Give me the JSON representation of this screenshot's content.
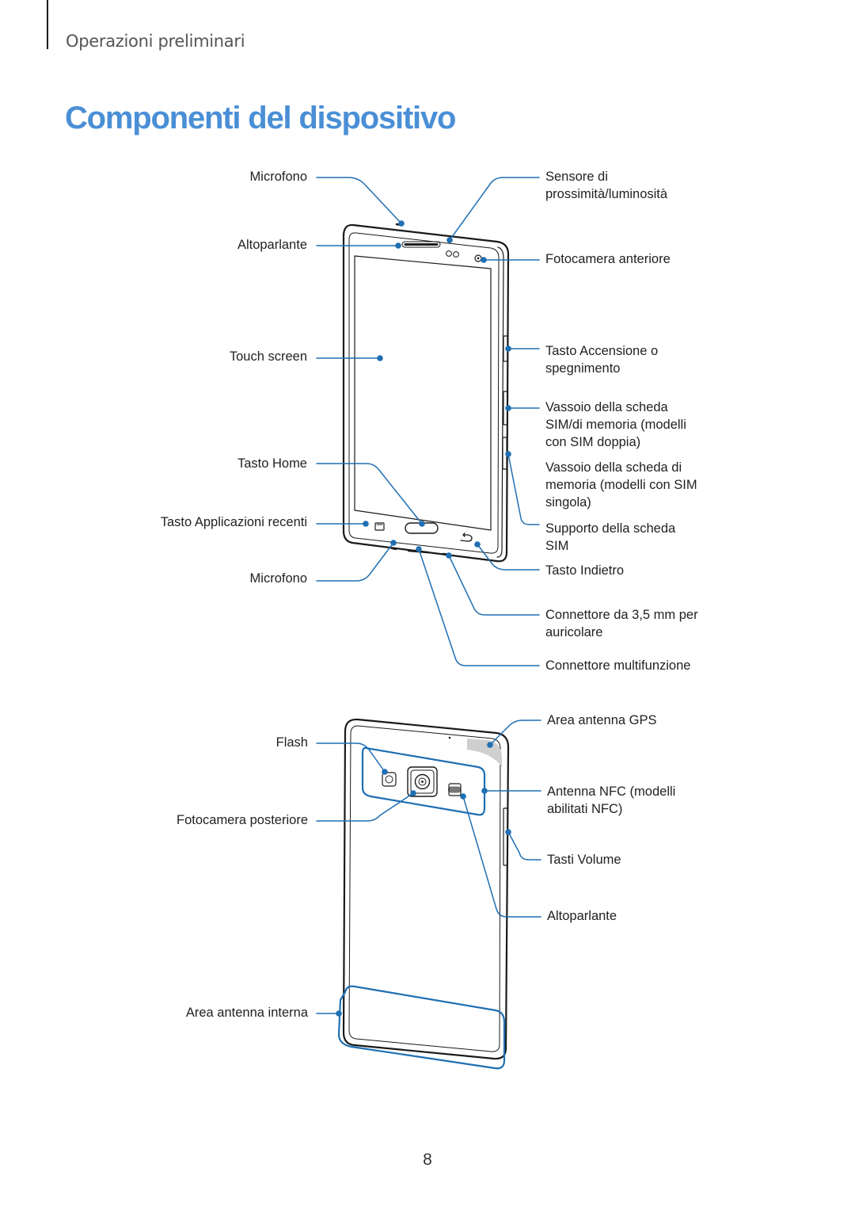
{
  "header": {
    "section": "Operazioni preliminari"
  },
  "page": {
    "title": "Componenti del dispositivo",
    "number": "8"
  },
  "front_labels_left": {
    "microfono_top": "Microfono",
    "altoparlante": "Altoparlante",
    "touch_screen": "Touch screen",
    "tasto_home": "Tasto Home",
    "tasto_app_recenti": "Tasto Applicazioni recenti",
    "microfono_bottom": "Microfono"
  },
  "front_labels_right": {
    "sensore": [
      "Sensore di",
      "prossimità/luminosità"
    ],
    "fotocamera_anteriore": "Fotocamera anteriore",
    "tasto_accensione": [
      "Tasto Accensione o",
      "spegnimento"
    ],
    "vassoio_dual": [
      "Vassoio della scheda",
      "SIM/di memoria (modelli",
      "con SIM doppia)"
    ],
    "vassoio_single": [
      "Vassoio della scheda di",
      "memoria (modelli con SIM",
      "singola)"
    ],
    "supporto_sim": [
      "Supporto della scheda",
      "SIM"
    ],
    "tasto_indietro": "Tasto Indietro",
    "connettore_audio": [
      "Connettore da 3,5 mm per",
      "auricolare"
    ],
    "connettore_multi": "Connettore multifunzione"
  },
  "back_labels_left": {
    "flash": "Flash",
    "fotocamera_posteriore": "Fotocamera posteriore",
    "area_antenna_interna": "Area antenna interna"
  },
  "back_labels_right": {
    "area_antenna_gps": "Area antenna GPS",
    "antenna_nfc": [
      "Antenna NFC (modelli",
      "abilitati NFC)"
    ],
    "tasti_volume": "Tasti Volume",
    "altoparlante_back": "Altoparlante"
  },
  "colors": {
    "title": "#4a8fd6",
    "callout": "#1f6fb3",
    "outline": "#1a1a1a"
  }
}
